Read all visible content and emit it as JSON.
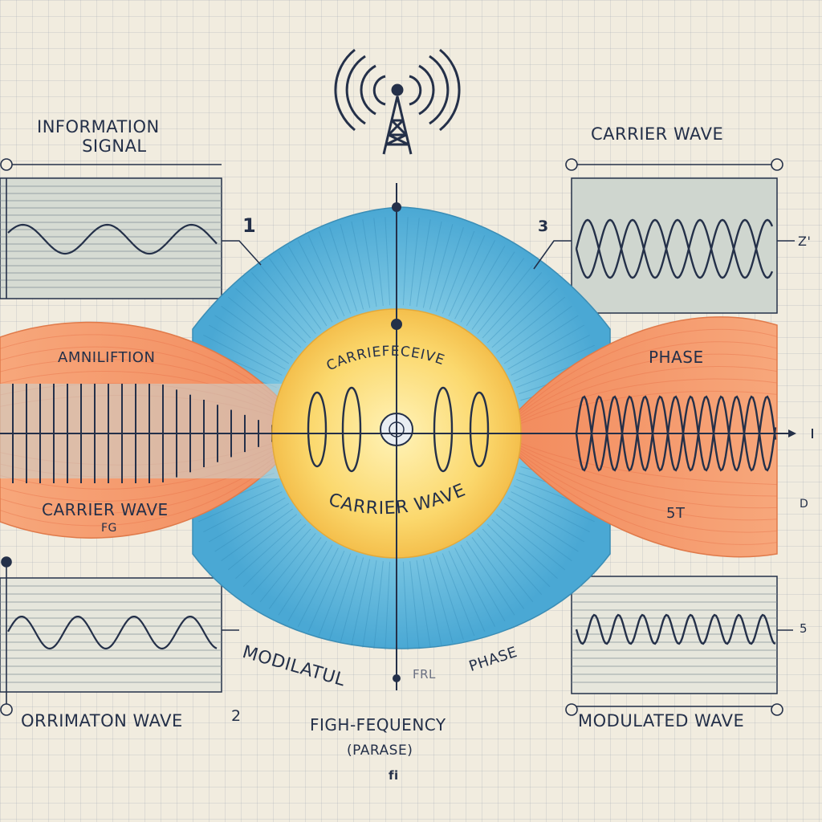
{
  "labels": {
    "information_signal_line1": "INFORMATION",
    "information_signal_line2": "SIGNAL",
    "carrier_wave_top": "CARRIER WAVE",
    "marker_1": "1",
    "marker_3": "3",
    "marker_z": "Z'",
    "amplitude": "AMNILIFTION",
    "carrier_receive": "CARRIEFECEIVE",
    "phase_right": "PHASE",
    "carrier_wave_left": "CARRIER WAVE",
    "carrier_wave_left_sub": "FG",
    "carrier_wave_center": "CARRIER WAVE",
    "label_5t": "5T",
    "marker_d": "D",
    "modulation": "MODILATUL",
    "frequency_partial": "FRL",
    "phase_bottom": "PHASE",
    "marker_5": "5",
    "information_wave": "ORRIMATON WAVE",
    "marker_2": "2",
    "high_frequency": "FIGH-FEQUENCY",
    "parase": "(PARASE)",
    "fi": "fi",
    "modulated_wave": "MODULATED WAVE"
  },
  "colors": {
    "ink": "#243049",
    "blue_lobe": "#5bb4d8",
    "yellow_core": "#f6c85a",
    "orange_lobe": "#f49a6a",
    "panel_fill": "#cfd6cf"
  },
  "icons": [
    "antenna-tower-icon"
  ]
}
